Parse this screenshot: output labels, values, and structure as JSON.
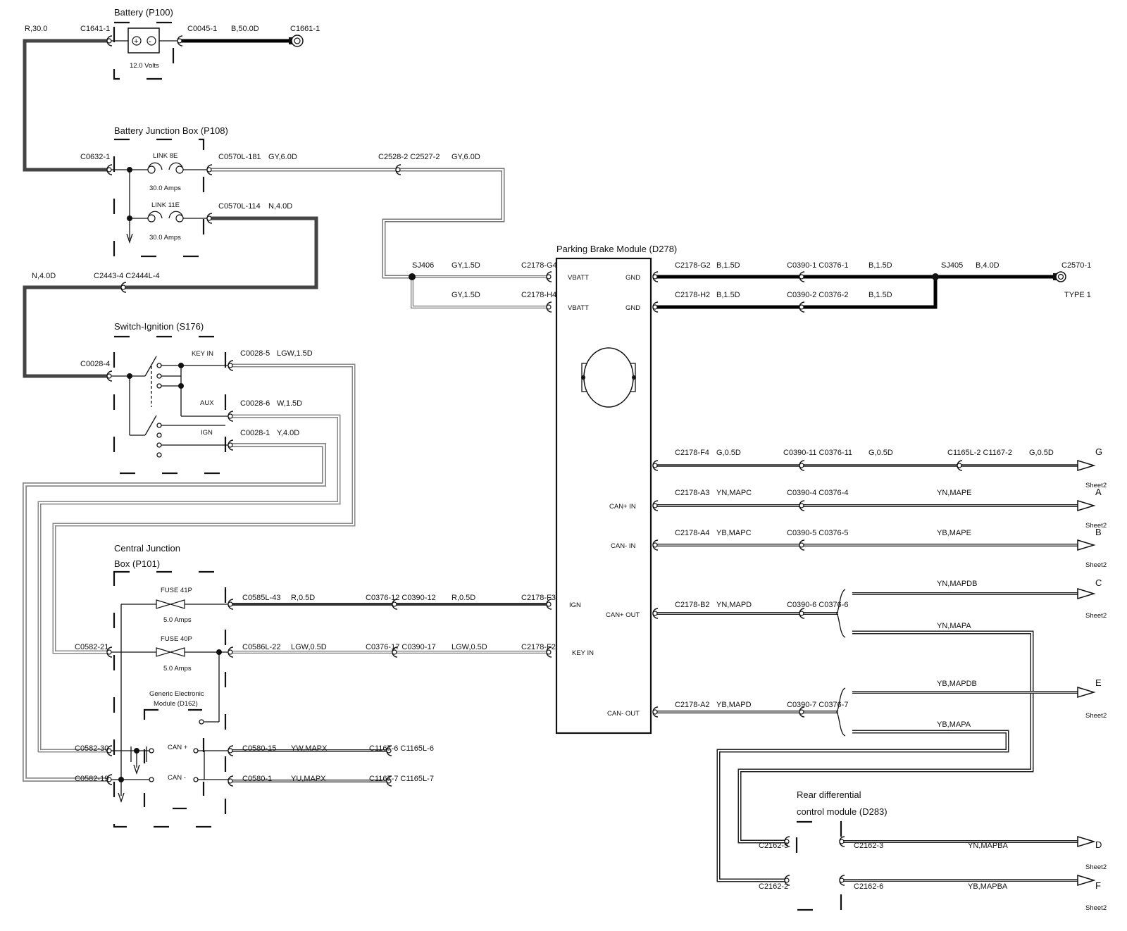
{
  "components": {
    "battery": {
      "title": "Battery (P100)",
      "voltage": "12.0 Volts"
    },
    "bjb": {
      "title": "Battery Junction Box (P108)",
      "link1": "LINK 8E",
      "link1_amps": "30.0 Amps",
      "link2": "LINK 11E",
      "link2_amps": "30.0 Amps"
    },
    "ignition": {
      "title": "Switch-Ignition (S176)",
      "key_in": "KEY IN",
      "aux": "AUX",
      "ign": "IGN"
    },
    "cjb": {
      "title_line1": "Central Junction",
      "title_line2": "Box (P101)",
      "fuse1": "FUSE 41P",
      "fuse1_amps": "5.0 Amps",
      "fuse2": "FUSE 40P",
      "fuse2_amps": "5.0 Amps",
      "gem_line1": "Generic Electronic",
      "gem_line2": "Module (D162)",
      "can_plus": "CAN +",
      "can_minus": "CAN -"
    },
    "pbm": {
      "title": "Parking Brake Module (D278)",
      "vbatt1": "VBATT",
      "vbatt2": "VBATT",
      "gnd1": "GND",
      "gnd2": "GND",
      "can_plus_in": "CAN+ IN",
      "can_minus_in": "CAN- IN",
      "ign": "IGN",
      "key_in": "KEY IN",
      "can_plus_out": "CAN+ OUT",
      "can_minus_out": "CAN- OUT"
    },
    "rdcm": {
      "title_line1": "Rear differential",
      "title_line2": "control module (D283)"
    }
  },
  "labels": {
    "r30": "R,30.0",
    "c1641": "C1641-1",
    "c0045": "C0045-1",
    "b50": "B,50.0D",
    "c1661": "C1661-1",
    "c0632": "C0632-1",
    "c0570_181": "C0570L-181",
    "gy6_a": "GY,6.0D",
    "c2528": "C2528-2 C2527-2",
    "gy6_b": "GY,6.0D",
    "c0570_114": "C0570L-114",
    "n4_a": "N,4.0D",
    "n4_b": "N,4.0D",
    "c2443": "C2443-4 C2444L-4",
    "c0028_4": "C0028-4",
    "c0028_5": "C0028-5",
    "lgw15": "LGW,1.5D",
    "c0028_6": "C0028-6",
    "w15": "W,1.5D",
    "c0028_1": "C0028-1",
    "y4": "Y,4.0D",
    "sj406": "SJ406",
    "gy15_a": "GY,1.5D",
    "gy15_b": "GY,1.5D",
    "c2178_g4": "C2178-G4",
    "c2178_h4": "C2178-H4",
    "c2178_g2": "C2178-G2",
    "b15_a": "B,1.5D",
    "c0390_1": "C0390-1 C0376-1",
    "b15_b": "B,1.5D",
    "sj405": "SJ405",
    "b4": "B,4.0D",
    "c2570": "C2570-1",
    "type1": "TYPE 1",
    "c2178_h2": "C2178-H2",
    "b15_c": "B,1.5D",
    "c0390_2": "C0390-2 C0376-2",
    "b15_d": "B,1.5D",
    "c2178_f4": "C2178-F4",
    "g05_a": "G,0.5D",
    "c0390_11": "C0390-11 C0376-11",
    "g05_b": "G,0.5D",
    "c1165_2": "C1165L-2 C1167-2",
    "g05_c": "G,0.5D",
    "g": "G",
    "c2178_a3": "C2178-A3",
    "ynmapc": "YN,MAPC",
    "c0390_4": "C0390-4 C0376-4",
    "ynmape": "YN,MAPE",
    "a": "A",
    "c2178_a4": "C2178-A4",
    "ybmapc": "YB,MAPC",
    "c0390_5": "C0390-5 C0376-5",
    "ybmape": "YB,MAPE",
    "b": "B",
    "c2178_b2": "C2178-B2",
    "ynmapd": "YN,MAPD",
    "c0390_6": "C0390-6 C0376-6",
    "ynmapdb": "YN,MAPDB",
    "c": "C",
    "ynmapa": "YN,MAPA",
    "c2178_a2": "C2178-A2",
    "ybmapd": "YB,MAPD",
    "c0390_7": "C0390-7 C0376-7",
    "ybmapdb": "YB,MAPDB",
    "e": "E",
    "ybmapa": "YB,MAPA",
    "c0585": "C0585L-43",
    "r05_a": "R,0.5D",
    "c0376_12": "C0376-12 C0390-12",
    "r05_b": "R,0.5D",
    "c2178_f3": "C2178-F3",
    "c0582_21": "C0582-21",
    "c0586": "C0586L-22",
    "lgw05_a": "LGW,0.5D",
    "c0376_17": "C0376-17 C0390-17",
    "lgw05_b": "LGW,0.5D",
    "c2178_f2": "C2178-F2",
    "c0582_30": "C0582-30",
    "c0580_15": "C0580-15",
    "ywmapx": "YW,MAPX",
    "c1167_6": "C1167-6 C1165L-6",
    "c0582_19": "C0582-19",
    "c0580_1": "C0580-1",
    "yumapx": "YU,MAPX",
    "c1167_7": "C1167-7 C1165L-7",
    "c2162_5": "C2162-5",
    "c2162_3": "C2162-3",
    "ynmapba": "YN,MAPBA",
    "d": "D",
    "c2162_2": "C2162-2",
    "c2162_6": "C2162-6",
    "ybmapba": "YB,MAPBA",
    "f": "F",
    "sheet2": "Sheet2"
  }
}
